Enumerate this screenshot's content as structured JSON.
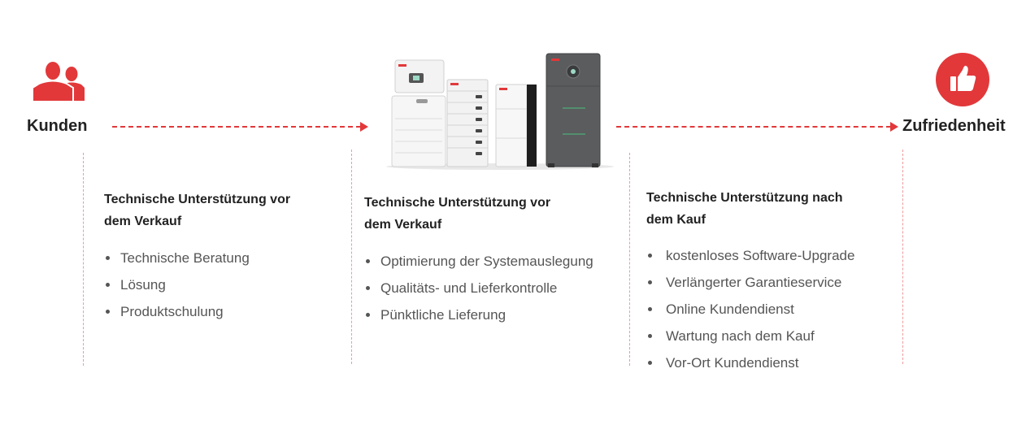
{
  "colors": {
    "accent": "#e2383a",
    "text_dark": "#222222",
    "text_body": "#555555"
  },
  "icons": {
    "customer": "customers-icon",
    "satisfaction": "thumbs-up-icon",
    "products": "battery-storage-products-image"
  },
  "flow": {
    "start_label": "Kunden",
    "end_label": "Zufriedenheit"
  },
  "columns": [
    {
      "title_line1": "Technische Unterstützung vor",
      "title_line2": "dem Verkauf",
      "items": [
        "Technische Beratung",
        "Lösung",
        "Produktschulung"
      ]
    },
    {
      "title_line1": "Technische Unterstützung vor",
      "title_line2": "dem Verkauf",
      "items": [
        "Optimierung der Systemauslegung",
        "Qualitäts- und Lieferkontrolle",
        "Pünktliche Lieferung"
      ]
    },
    {
      "title_line1": "Technische Unterstützung nach",
      "title_line2": "dem Kauf",
      "items": [
        "kostenloses Software-Upgrade",
        "Verlängerter Garantieservice",
        "Online Kundendienst",
        "Wartung nach dem Kauf",
        "Vor-Ort Kundendienst"
      ]
    }
  ]
}
